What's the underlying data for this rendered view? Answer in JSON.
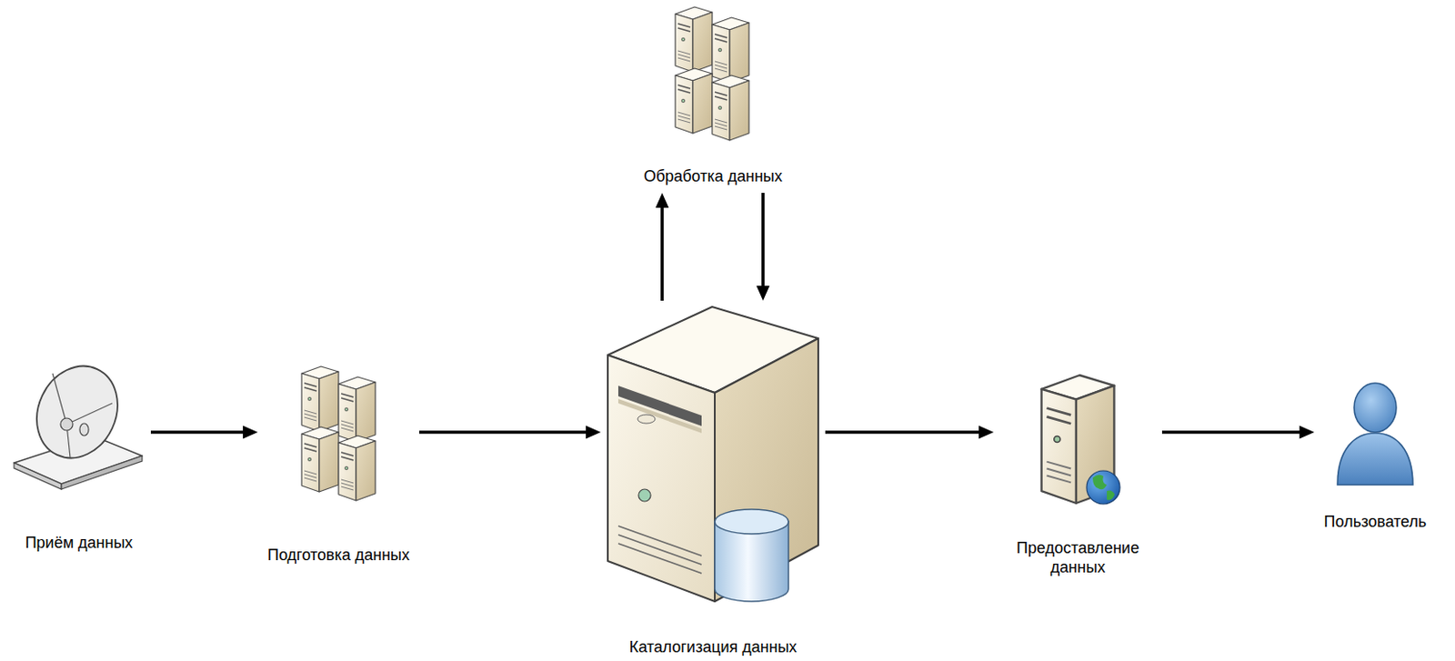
{
  "diagram": {
    "nodes": [
      {
        "text": [
          "Приём данных"
        ]
      },
      {
        "text": [
          "Подготовка данных"
        ]
      },
      {
        "text": [
          "Обработка данных"
        ]
      },
      {
        "text": [
          "Каталогизация данных"
        ]
      },
      {
        "text": [
          "Предоставление данных"
        ]
      },
      {
        "text": [
          "Пользователь"
        ]
      }
    ],
    "edges": [
      {
        "from": 0,
        "to": 1,
        "arrow": "to"
      },
      {
        "from": 1,
        "to": 3,
        "arrow": "to"
      },
      {
        "from": 3,
        "to": 2,
        "arrow": "to"
      },
      {
        "from": 2,
        "to": 3,
        "arrow": "to"
      },
      {
        "from": 3,
        "to": 4,
        "arrow": "to"
      },
      {
        "from": 4,
        "to": 5,
        "arrow": "to"
      }
    ]
  }
}
